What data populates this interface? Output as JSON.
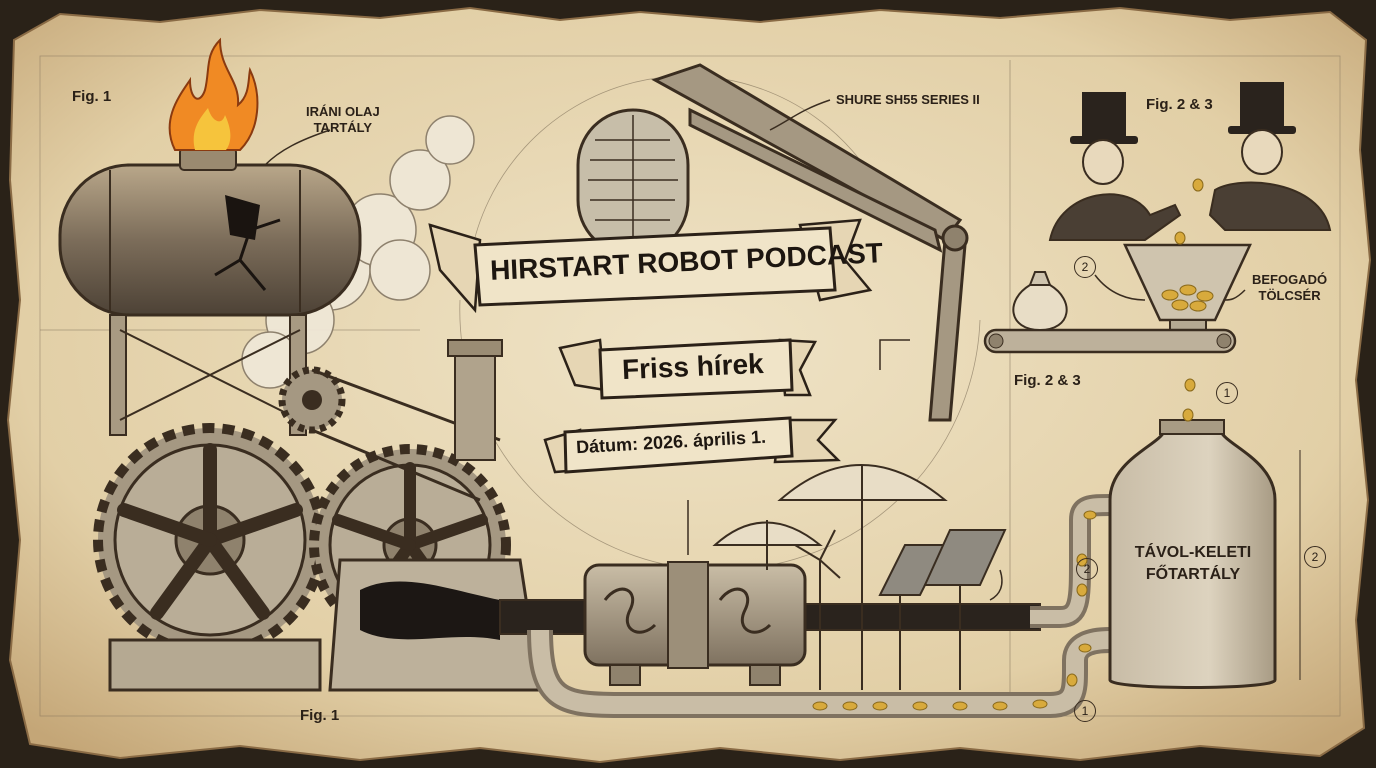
{
  "labels": {
    "fig1_top": "Fig. 1",
    "fig1_bottom": "Fig. 1",
    "fig23_top": "Fig. 2 & 3",
    "fig23_mid": "Fig. 2 & 3",
    "oil_tank": "IRÁNI OLAJ\nTARTÁLY",
    "microphone": "SHURE SH55 SERIES II",
    "funnel": "BEFOGADÓ\nTÖLCSÉR",
    "main_tank": "TÁVOL-KELETI\nFŐTARTÁLY"
  },
  "banners": {
    "title": "HIRSTART ROBOT PODCAST",
    "subtitle": "Friss hírek",
    "date": "Dátum: 2026. április 1."
  },
  "callouts": {
    "one": "1",
    "two": "2"
  },
  "colors": {
    "parchment": "#ecdcbc",
    "ink": "#2b2118",
    "metal": "#a79a84",
    "oil": "#1c1714",
    "coin": "#d8aa3c",
    "flame": "#f08a24"
  }
}
